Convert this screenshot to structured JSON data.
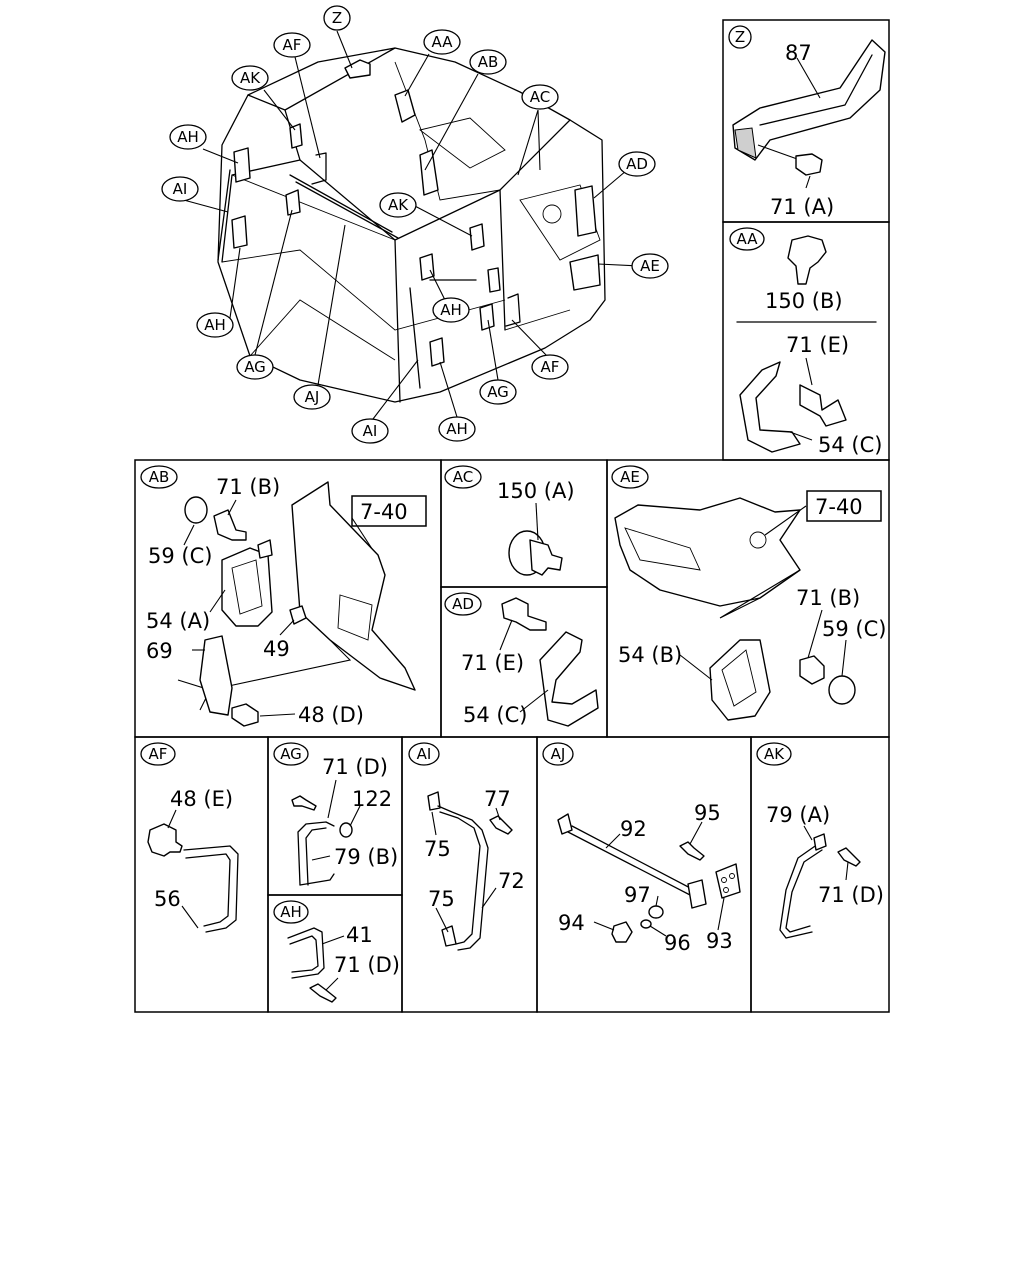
{
  "callouts": {
    "z": "Z",
    "af": "AF",
    "aa": "AA",
    "ab": "AB",
    "ak": "AK",
    "ac": "AC",
    "ah": "AH",
    "ai": "AI",
    "ad": "AD",
    "ae": "AE",
    "ag": "AG",
    "aj": "AJ"
  },
  "panels": {
    "z": {
      "tag": "Z",
      "labels": {
        "p87": "87",
        "p71a": "71 (A)"
      }
    },
    "aa": {
      "tag": "AA",
      "labels": {
        "p150b": "150 (B)",
        "p71e": "71 (E)",
        "p54c": "54 (C)"
      }
    },
    "ab": {
      "tag": "AB",
      "ref": "7-40",
      "labels": {
        "p71b": "71 (B)",
        "p59c": "59 (C)",
        "p54a": "54 (A)",
        "p49": "49",
        "p69": "69",
        "p48d": "48 (D)"
      }
    },
    "ac": {
      "tag": "AC",
      "labels": {
        "p150a": "150 (A)"
      }
    },
    "ad": {
      "tag": "AD",
      "labels": {
        "p71e": "71 (E)",
        "p54c": "54 (C)"
      }
    },
    "ae": {
      "tag": "AE",
      "ref": "7-40",
      "labels": {
        "p71b": "71 (B)",
        "p59c": "59 (C)",
        "p54b": "54 (B)"
      }
    },
    "af": {
      "tag": "AF",
      "labels": {
        "p48e": "48 (E)",
        "p56": "56"
      }
    },
    "ag": {
      "tag": "AG",
      "labels": {
        "p71d": "71 (D)",
        "p122": "122",
        "p79b": "79 (B)"
      }
    },
    "ah": {
      "tag": "AH",
      "labels": {
        "p41": "41",
        "p71d": "71 (D)"
      }
    },
    "ai": {
      "tag": "AI",
      "labels": {
        "p77": "77",
        "p75a": "75",
        "p75b": "75",
        "p72": "72"
      }
    },
    "aj": {
      "tag": "AJ",
      "labels": {
        "p92": "92",
        "p95": "95",
        "p97": "97",
        "p94": "94",
        "p96": "96",
        "p93": "93"
      }
    },
    "ak": {
      "tag": "AK",
      "labels": {
        "p79a": "79 (A)",
        "p71d": "71 (D)"
      }
    }
  }
}
